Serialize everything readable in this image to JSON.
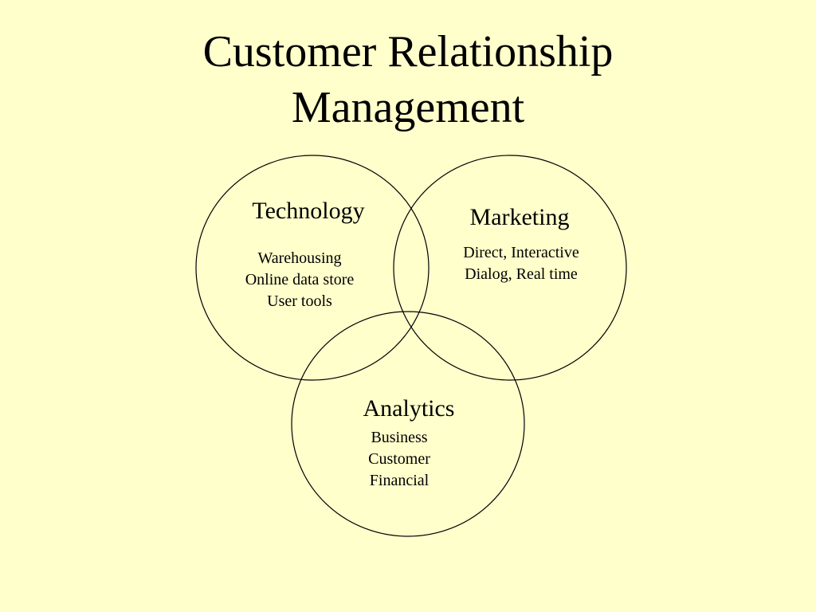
{
  "title": {
    "line1": "Customer Relationship",
    "line2": "Management"
  },
  "diagram": {
    "stroke_color": "#000000",
    "background_color": "#ffffcc",
    "circles": [
      {
        "heading": "Technology",
        "items": [
          "Warehousing",
          "Online data store",
          "User tools"
        ]
      },
      {
        "heading": "Marketing",
        "items": [
          "Direct, Interactive",
          "Dialog, Real time"
        ]
      },
      {
        "heading": "Analytics",
        "items": [
          "Business",
          "Customer",
          "Financial"
        ]
      }
    ]
  }
}
